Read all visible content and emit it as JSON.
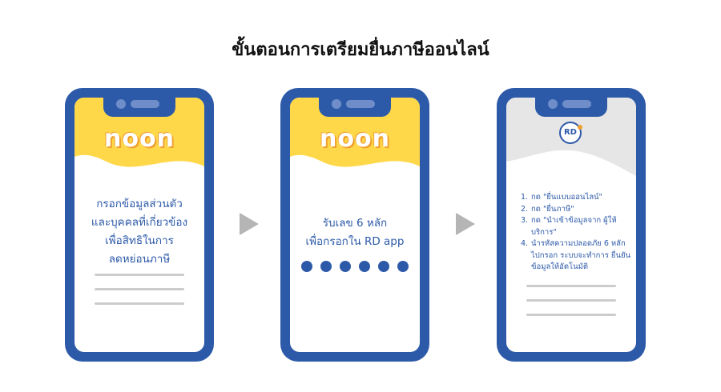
{
  "title": "ขั้นตอนการเตรียมยื่นภาษีออนไลน์",
  "colors": {
    "phone": "#2d5aa8",
    "yellow": "#ffd84a",
    "arrow": "#b5b5b5",
    "rd_header": "#e6e6e6"
  },
  "phones": [
    {
      "logo": "noon",
      "lines": [
        "กรอกข้อมูลส่วนตัว",
        "และบุคคลที่เกี่ยวข้อง",
        "เพื่อสิทธิในการ",
        "ลดหย่อนภาษี"
      ]
    },
    {
      "logo": "noon",
      "lines": [
        "รับเลข 6 หลัก",
        "เพื่อกรอกใน RD app"
      ],
      "dots": 6
    },
    {
      "logo": "RD",
      "steps": [
        {
          "num": "1.",
          "text": "กด \"ยื่นแบบออนไลน์\""
        },
        {
          "num": "2.",
          "text": "กด \"ยื่นภาษี\""
        },
        {
          "num": "3.",
          "text": "กด \"นำเข้าข้อมูลจาก ผู้ให้บริการ\""
        },
        {
          "num": "4.",
          "text": "นำรหัสความปลอดภัย 6 หลัก ไปกรอก ระบบจะทำการ ยื่นยันข้อมูลให้อัตโนมัติ"
        }
      ]
    }
  ]
}
